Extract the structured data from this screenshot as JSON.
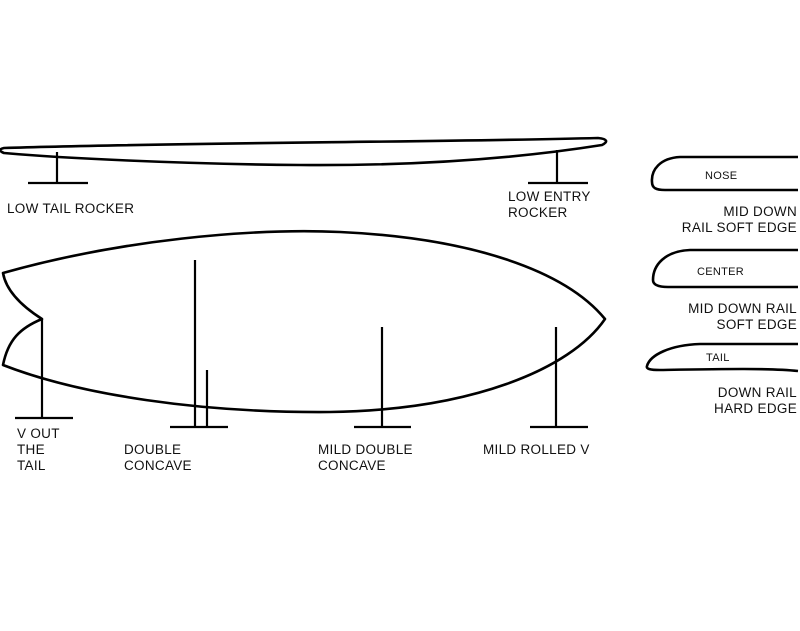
{
  "rocker": {
    "tail_label": "LOW TAIL ROCKER",
    "entry_label_1": "LOW ENTRY",
    "entry_label_2": "ROCKER"
  },
  "bottom": {
    "v_tail": [
      "V OUT",
      "THE",
      "TAIL"
    ],
    "double_concave": [
      "DOUBLE",
      "CONCAVE"
    ],
    "mild_double_concave": [
      "MILD DOUBLE",
      "CONCAVE"
    ],
    "mild_rolled_v": "MILD ROLLED V"
  },
  "rails": [
    {
      "section": "NOSE",
      "desc": [
        "MID DOWN",
        "RAIL SOFT EDGE"
      ]
    },
    {
      "section": "CENTER",
      "desc": [
        "MID DOWN RAIL",
        "SOFT EDGE"
      ]
    },
    {
      "section": "TAIL",
      "desc": [
        "DOWN RAIL",
        "HARD EDGE"
      ]
    }
  ]
}
